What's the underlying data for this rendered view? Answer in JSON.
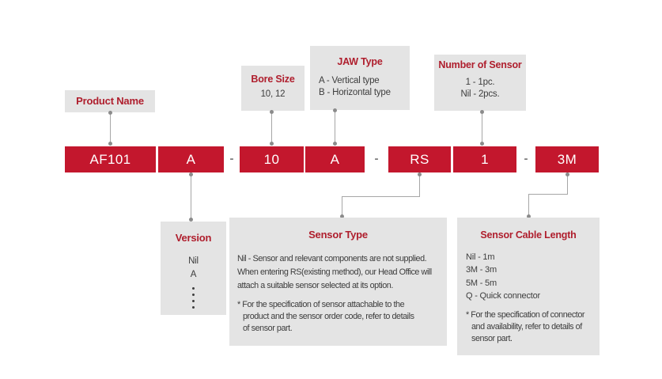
{
  "colors": {
    "accent_red": "#c3172d",
    "title_red": "#af1e2d",
    "panel_gray": "#e4e4e4"
  },
  "callouts_top": {
    "product_name": {
      "title": "Product Name"
    },
    "bore_size": {
      "title": "Bore Size",
      "value": "10, 12"
    },
    "jaw_type": {
      "title": "JAW Type",
      "options": [
        "A - Vertical type",
        "B - Horizontal type"
      ]
    },
    "number_of_sensor": {
      "title": "Number of Sensor",
      "options": [
        "1 - 1pc.",
        "Nil - 2pcs."
      ]
    }
  },
  "order_code": {
    "segments": [
      "AF101",
      "A",
      "10",
      "A",
      "RS",
      "1",
      "3M"
    ],
    "separator": "-"
  },
  "callouts_bottom": {
    "version": {
      "title": "Version",
      "options": [
        "Nil",
        "A"
      ]
    },
    "sensor_type": {
      "title": "Sensor Type",
      "description_lines": [
        "Nil - Sensor and relevant components are not supplied.",
        "When entering RS(existing method), our Head Office will",
        "attach a suitable sensor selected at its option."
      ],
      "note_lines": [
        "* For the specification of sensor attachable to the",
        "product and the sensor order code, refer to details",
        "of sensor part."
      ]
    },
    "sensor_cable_length": {
      "title": "Sensor Cable Length",
      "options": [
        "Nil - 1m",
        "3M - 3m",
        "5M - 5m",
        "Q - Quick connector"
      ],
      "note_lines": [
        "* For the specification of connector",
        "and availability, refer to details of",
        "sensor part."
      ]
    }
  }
}
